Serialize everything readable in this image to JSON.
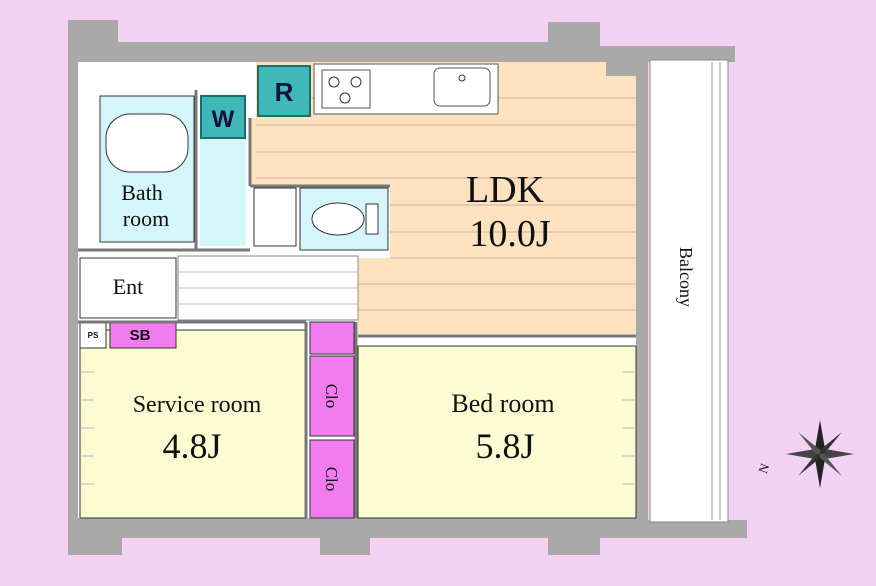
{
  "rooms": {
    "ldk_name": "LDK",
    "ldk_size": "10.0J",
    "bath_line1": "Bath",
    "bath_line2": "room",
    "entrance": "Ent",
    "service_name": "Service room",
    "service_size": "4.8J",
    "bed_name": "Bed room",
    "bed_size": "5.8J",
    "balcony": "Balcony"
  },
  "tags": {
    "washer": "W",
    "fridge": "R",
    "shoe_box": "SB",
    "pipe_space": "PS",
    "closet_1": "Clo",
    "closet_2": "Clo"
  },
  "compass": {
    "north": "N"
  },
  "colors": {
    "background": "#f4d2f4",
    "wall": "#a9a9a9",
    "ldk_floor": "#fde2c0",
    "bedroom_floor": "#fdfbd3",
    "wet_area": "#d4f6f8",
    "tag_teal": "#40b8b8",
    "closet_magenta": "#f07cf0"
  }
}
